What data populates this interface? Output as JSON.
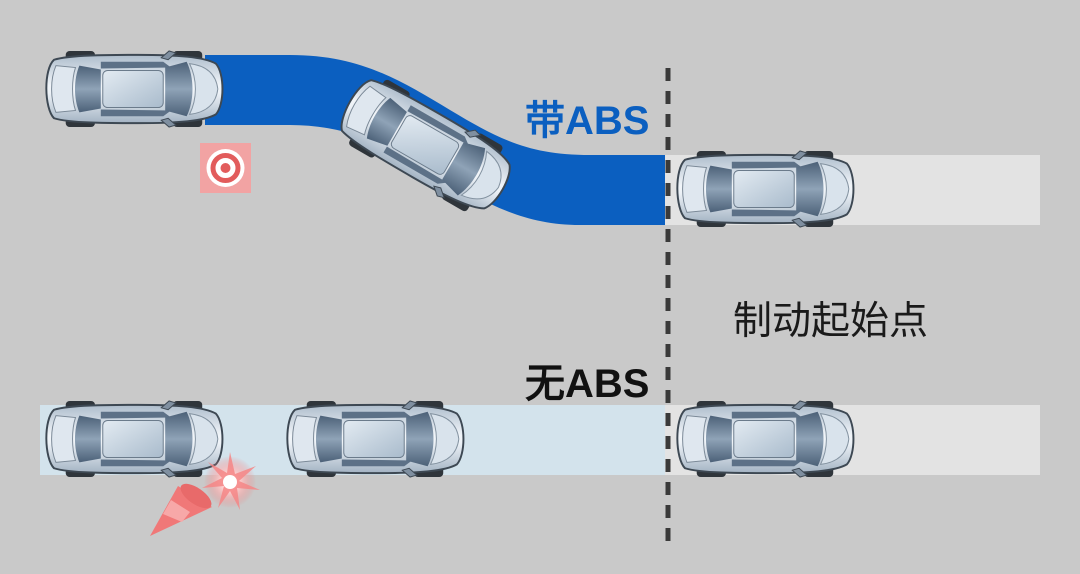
{
  "labels": {
    "with_abs": "带ABS",
    "without_abs": "无ABS",
    "braking_start_point": "制动起始点"
  },
  "colors": {
    "background": "#c9c9c9",
    "abs_path": "#0b5fc0",
    "no_abs_path": "#d3e3ec",
    "lane_ahead": "#e3e3e3",
    "hazard": "#f07878",
    "divider": "#3a3a3a"
  },
  "icons": {
    "obstacle_marker": "target-icon",
    "knocked_cone": "traffic-cone-icon",
    "collision": "impact-burst-icon",
    "vehicle": "car-icon"
  }
}
